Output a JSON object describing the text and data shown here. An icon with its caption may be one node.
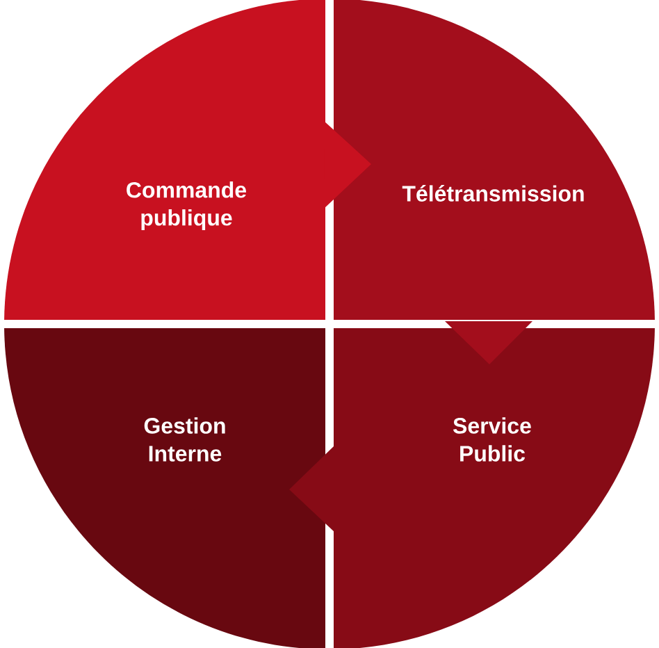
{
  "diagram": {
    "nodes": [
      {
        "text": [
          "Commande publique"
        ]
      },
      {
        "text": [
          "Télétransmission"
        ]
      },
      {
        "text": [
          "Gestion Interne"
        ]
      },
      {
        "text": [
          "Service Public"
        ]
      }
    ],
    "edges": [
      {
        "from": 0,
        "to": 1,
        "arrow": "to",
        "color": "#c81120"
      },
      {
        "from": 1,
        "to": 3,
        "arrow": "to",
        "color": "#a30e1c"
      },
      {
        "from": 3,
        "to": 2,
        "arrow": "to",
        "color": "#870b16"
      }
    ]
  }
}
